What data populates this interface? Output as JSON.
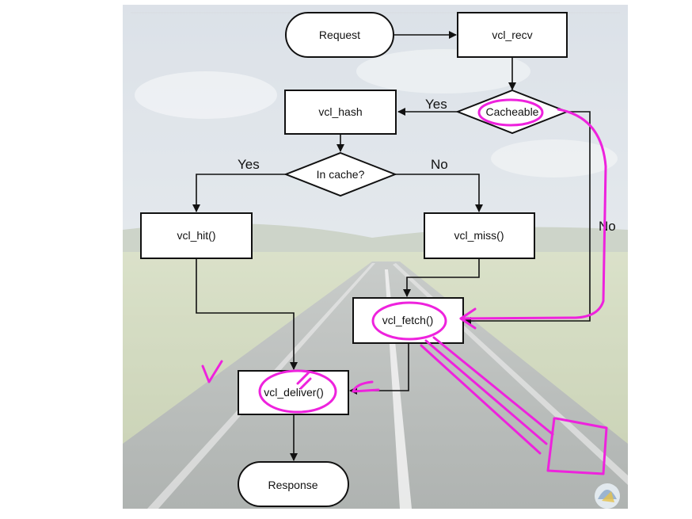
{
  "colors": {
    "annotation": "#ee22dd",
    "sky": "#b9c4cf",
    "field": "#bcc8a3",
    "road": "#8c9094"
  },
  "nodes": {
    "request": "Request",
    "vcl_recv": "vcl_recv",
    "cacheable": "Cacheable",
    "vcl_hash": "vcl_hash",
    "in_cache": "In cache?",
    "vcl_hit": "vcl_hit()",
    "vcl_miss": "vcl_miss()",
    "vcl_fetch": "vcl_fetch()",
    "vcl_deliver": "vcl_deliver()",
    "response": "Response"
  },
  "edges": {
    "cacheable_yes": "Yes",
    "cacheable_no": "No",
    "incache_yes": "Yes",
    "incache_no": "No"
  },
  "handwriting": {
    "check_mark": "V"
  }
}
